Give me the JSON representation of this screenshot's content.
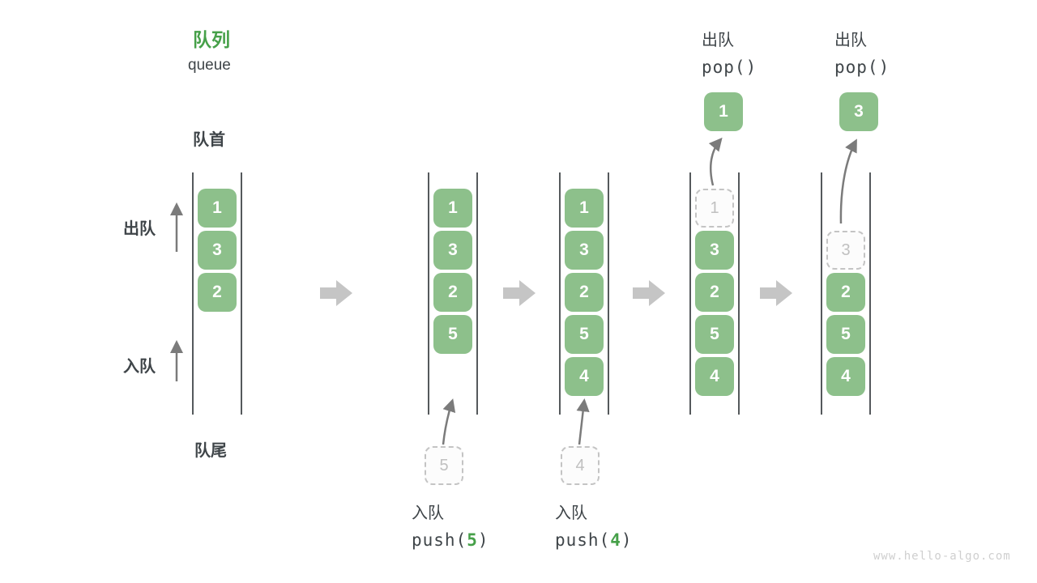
{
  "header": {
    "title_zh": "队列",
    "title_en": "queue"
  },
  "side_labels": {
    "front": "队首",
    "rear": "队尾",
    "dequeue": "出队",
    "enqueue": "入队"
  },
  "operations": {
    "push5": {
      "label": "入队",
      "fn": "push(",
      "arg": "5",
      "close": ")"
    },
    "push4": {
      "label": "入队",
      "fn": "push(",
      "arg": "4",
      "close": ")"
    },
    "pop1": {
      "label": "出队",
      "code": "pop()"
    },
    "pop2": {
      "label": "出队",
      "code": "pop()"
    }
  },
  "states": [
    {
      "cells": [
        "1",
        "3",
        "2"
      ]
    },
    {
      "cells": [
        "1",
        "3",
        "2",
        "5"
      ],
      "pending": "5"
    },
    {
      "cells": [
        "1",
        "3",
        "2",
        "5",
        "4"
      ],
      "pending": "4"
    },
    {
      "cells": [
        "3",
        "2",
        "5",
        "4"
      ],
      "ghost": "1",
      "popped": "1"
    },
    {
      "cells": [
        "2",
        "5",
        "4"
      ],
      "ghost": "3",
      "popped": "3"
    }
  ],
  "colors": {
    "cell_green": "#8dc08b",
    "accent_green": "#46a049",
    "text_dark": "#3f4549",
    "column_line": "#55595c",
    "block_arrow_gray": "#c5c5c5",
    "ghost_gray": "#c0c0c0"
  },
  "watermark": "www.hello-algo.com"
}
